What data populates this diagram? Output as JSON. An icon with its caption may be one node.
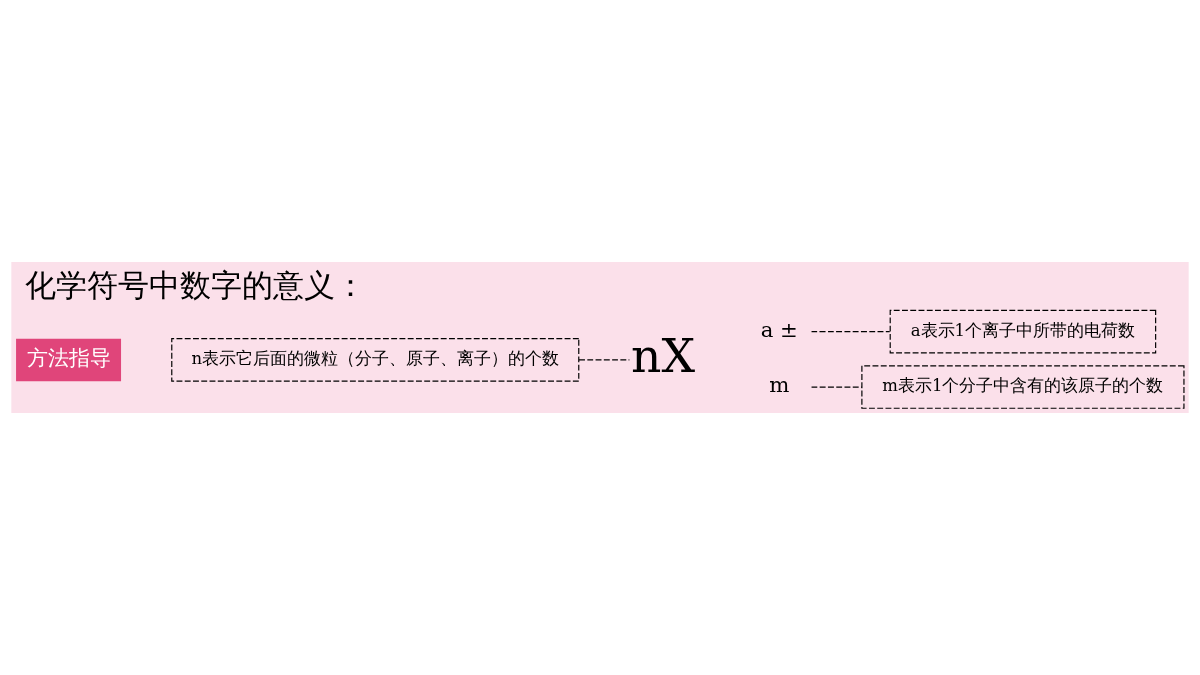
{
  "diagram": {
    "title": "化学符号中数字的意义：",
    "nodes": [
      {
        "text": [
          "n表示它后面的微粒（分子、原子、离子）的个数"
        ]
      },
      {
        "text": [
          "nX"
        ]
      },
      {
        "text": [
          "a ±"
        ]
      },
      {
        "text": [
          "m"
        ]
      },
      {
        "text": [
          "a表示1个离子中所带的电荷数"
        ]
      },
      {
        "text": [
          "m表示1个分子中含有的该原子的个数"
        ]
      }
    ],
    "edges": [
      {
        "from": 0,
        "to": 1,
        "arrow": "none",
        "style": "dashed"
      },
      {
        "from": 2,
        "to": 4,
        "arrow": "none",
        "style": "dashed"
      },
      {
        "from": 3,
        "to": 5,
        "arrow": "none",
        "style": "dashed"
      }
    ],
    "labels": [
      "方法指导"
    ]
  }
}
